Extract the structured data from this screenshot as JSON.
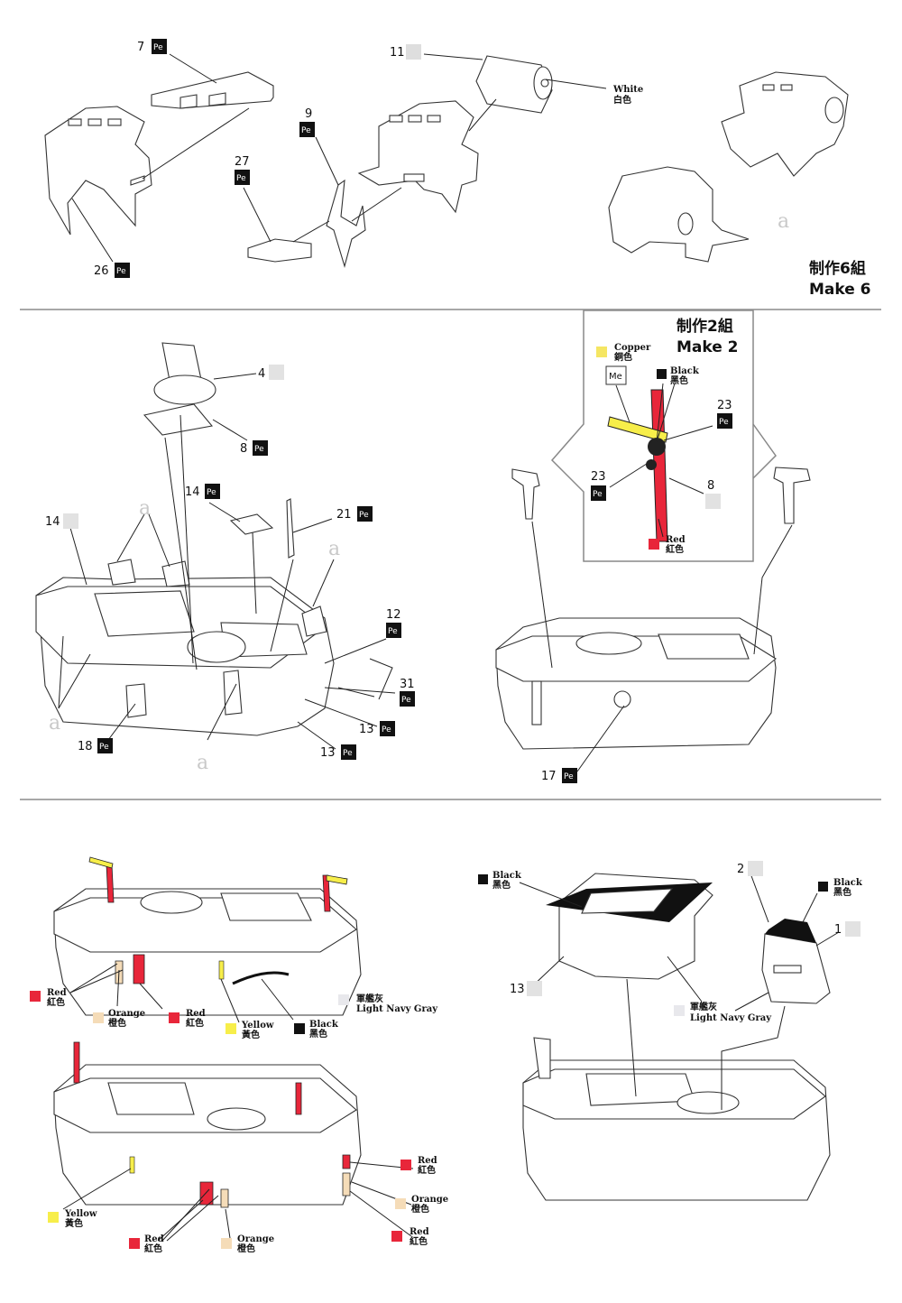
{
  "headings": {
    "make6": {
      "zh": "制作6組",
      "en": "Make 6"
    },
    "make2": {
      "zh": "制作2組",
      "en": "Make 2"
    }
  },
  "badges": {
    "pe": "Pe",
    "me": "Me",
    "a": "a"
  },
  "colors": {
    "white": {
      "en": "White",
      "zh": "白色",
      "hex": "#ffffff"
    },
    "copper": {
      "en": "Copper",
      "zh": "銅色",
      "hex": "#f5e663"
    },
    "black": {
      "en": "Black",
      "zh": "黑色",
      "hex": "#1a1a1a"
    },
    "red": {
      "en": "Red",
      "zh": "紅色",
      "hex": "#e8263a"
    },
    "orange": {
      "en": "Orange",
      "zh": "橙色",
      "hex": "#f5dcb8"
    },
    "yellow": {
      "en": "Yellow",
      "zh": "黃色",
      "hex": "#f7ee4a"
    },
    "lightNavyGray": {
      "en": "Light Navy Gray",
      "zh": "軍艦灰",
      "hex": "#e8e8ec"
    }
  },
  "part_numbers": {
    "p7": "7",
    "p11": "11",
    "p9": "9",
    "p27": "27",
    "p26": "26",
    "p4": "4",
    "p8": "8",
    "p14": "14",
    "p21": "21",
    "p12": "12",
    "p31": "31",
    "p13": "13",
    "p18": "18",
    "p23": "23",
    "p17": "17",
    "p2": "2",
    "p1": "1"
  }
}
